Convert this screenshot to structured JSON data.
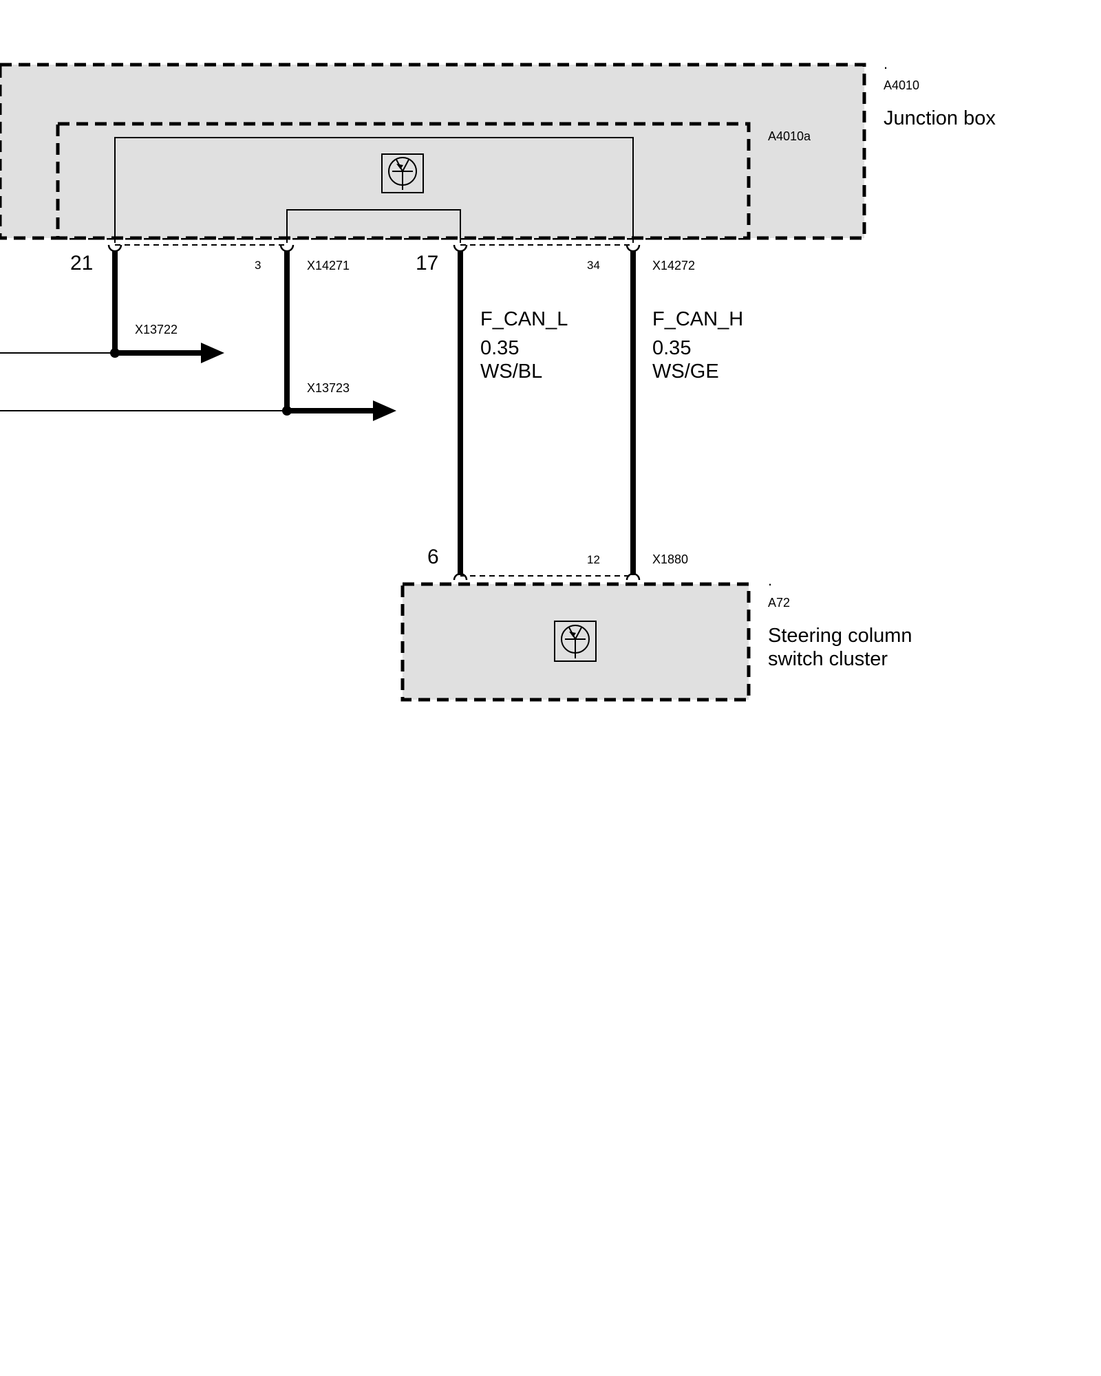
{
  "junction_box": {
    "dot": ".",
    "code": "A4010",
    "name": "Junction box",
    "inner_code": "A4010a"
  },
  "connectors": {
    "x14271": "X14271",
    "x14272": "X14272",
    "x13722": "X13722",
    "x13723": "X13723",
    "x1880": "X1880"
  },
  "pins": {
    "p21": "21",
    "p3": "3",
    "p17": "17",
    "p34": "34",
    "p6": "6",
    "p12": "12"
  },
  "wires": {
    "can_l": {
      "signal": "F_CAN_L",
      "size": "0.35",
      "color": "WS/BL"
    },
    "can_h": {
      "signal": "F_CAN_H",
      "size": "0.35",
      "color": "WS/GE"
    }
  },
  "steering": {
    "dot": ".",
    "code": "A72",
    "name_line1": "Steering column",
    "name_line2": "switch cluster"
  },
  "colors": {
    "box_fill": "#e0e0e0",
    "line": "#000000"
  },
  "icons": [
    "transistor-icon",
    "transistor-icon"
  ]
}
